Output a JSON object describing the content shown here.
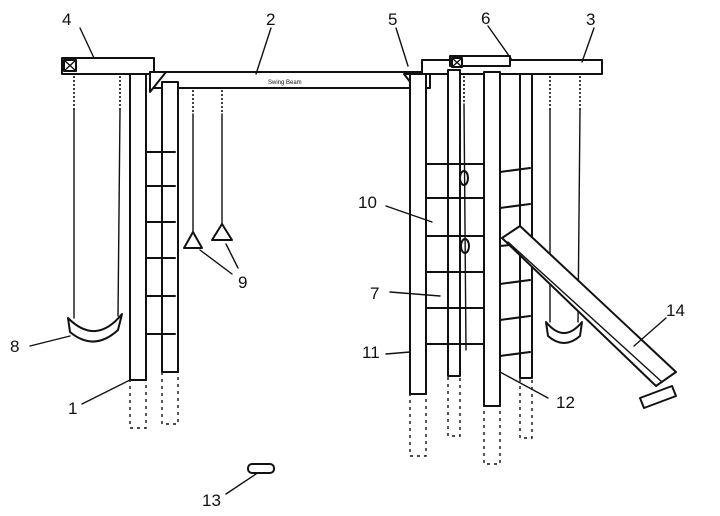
{
  "beam_text": "Swing Beam",
  "callouts": [
    {
      "id": "1",
      "text": "1"
    },
    {
      "id": "2",
      "text": "2"
    },
    {
      "id": "3",
      "text": "3"
    },
    {
      "id": "4",
      "text": "4"
    },
    {
      "id": "5",
      "text": "5"
    },
    {
      "id": "6",
      "text": "6"
    },
    {
      "id": "7",
      "text": "7"
    },
    {
      "id": "8",
      "text": "8"
    },
    {
      "id": "9",
      "text": "9"
    },
    {
      "id": "10",
      "text": "10"
    },
    {
      "id": "11",
      "text": "11"
    },
    {
      "id": "12",
      "text": "12"
    },
    {
      "id": "13",
      "text": "13"
    },
    {
      "id": "14",
      "text": "14"
    }
  ]
}
